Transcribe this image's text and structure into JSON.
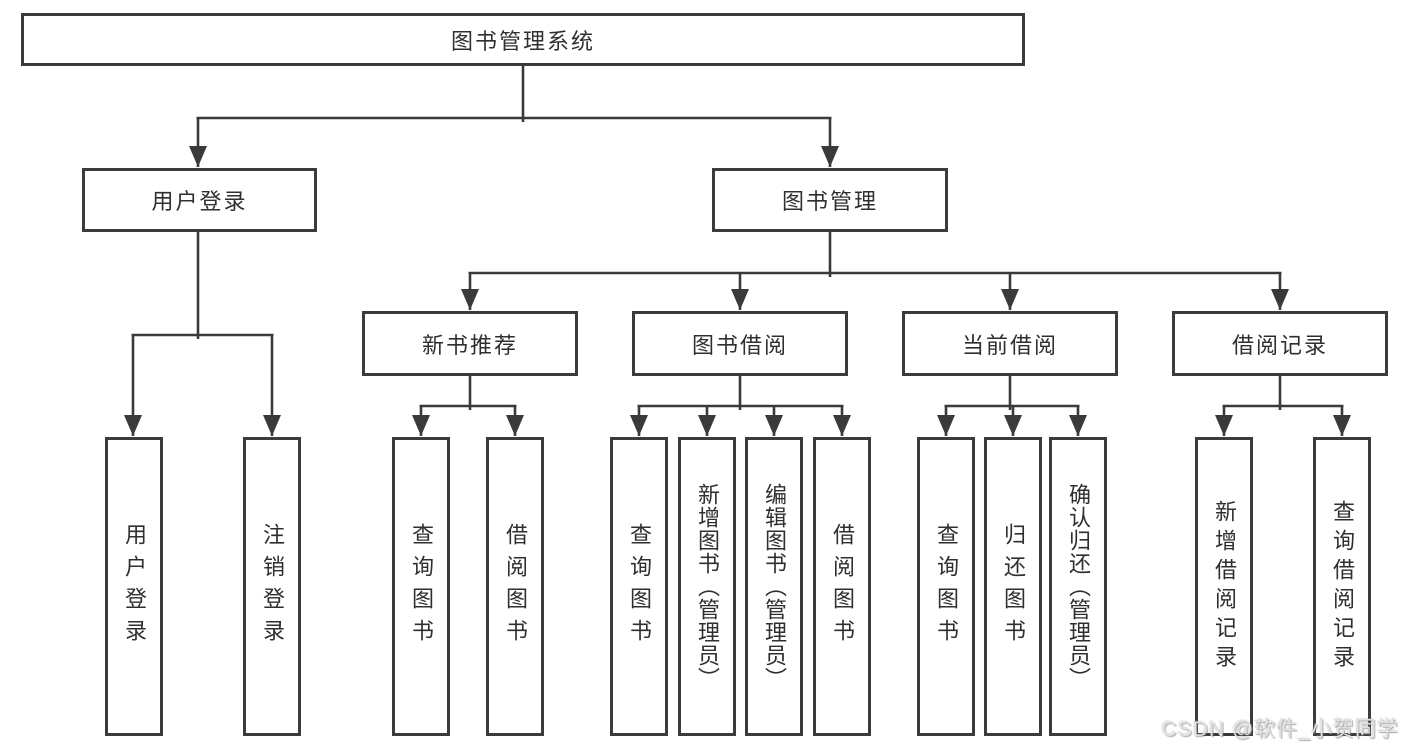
{
  "diagram": {
    "type": "hierarchy-tree",
    "colors": {
      "background": "#ffffff",
      "line": "#3a3a3a",
      "box_border": "#3b3b3b",
      "text": "#2f2f2f",
      "watermark_text": "#e2e2e2"
    },
    "watermark": "CSDN @软件_小贺同学",
    "nodes": {
      "root": {
        "label": "图书管理系统"
      },
      "level2": [
        {
          "label": "用户登录",
          "parent": "图书管理系统"
        },
        {
          "label": "图书管理",
          "parent": "图书管理系统"
        }
      ],
      "level3": [
        {
          "label": "新书推荐",
          "parent": "图书管理"
        },
        {
          "label": "图书借阅",
          "parent": "图书管理"
        },
        {
          "label": "当前借阅",
          "parent": "图书管理"
        },
        {
          "label": "借阅记录",
          "parent": "图书管理"
        }
      ],
      "leaves": [
        {
          "label": "用户登录",
          "parent": "用户登录"
        },
        {
          "label": "注销登录",
          "parent": "用户登录"
        },
        {
          "label": "查询图书",
          "parent": "新书推荐"
        },
        {
          "label": "借阅图书",
          "parent": "新书推荐"
        },
        {
          "label": "查询图书",
          "parent": "图书借阅"
        },
        {
          "label": "新增图书（管理员）",
          "parent": "图书借阅"
        },
        {
          "label": "编辑图书（管理员）",
          "parent": "图书借阅"
        },
        {
          "label": "借阅图书",
          "parent": "图书借阅"
        },
        {
          "label": "查询图书",
          "parent": "当前借阅"
        },
        {
          "label": "归还图书",
          "parent": "当前借阅"
        },
        {
          "label": "确认归还（管理员）",
          "parent": "当前借阅"
        },
        {
          "label": "新增借阅记录",
          "parent": "借阅记录"
        },
        {
          "label": "查询借阅记录",
          "parent": "借阅记录"
        }
      ]
    }
  }
}
